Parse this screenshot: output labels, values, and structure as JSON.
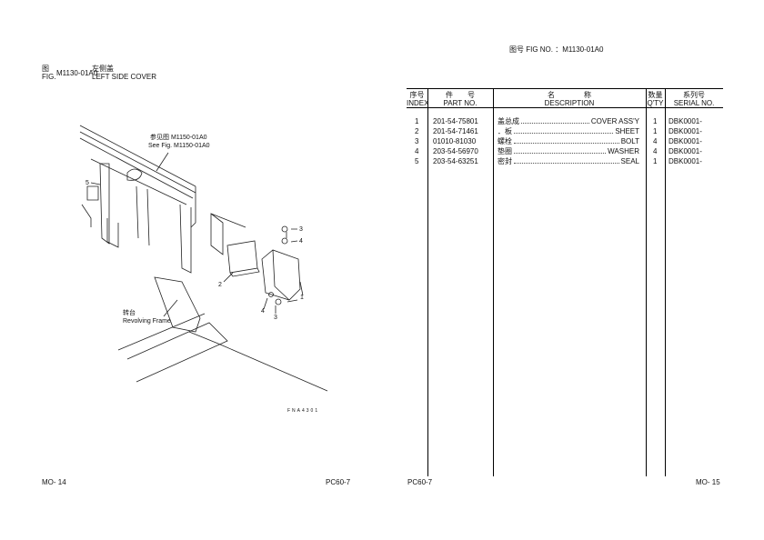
{
  "left_page": {
    "fig_cn": "图",
    "fig_en": "FIG.",
    "fig_no": "M1130-01A0",
    "title_cn": "左侧盖",
    "title_en": "LEFT SIDE COVER",
    "callout_ref_cn": "参见图 M1150-01A0",
    "callout_ref_en": "See Fig. M1150-01A0",
    "callout_frame_cn": "转台",
    "callout_frame_en": "Revolving Frame",
    "labels": [
      "1",
      "2",
      "3",
      "3",
      "4",
      "4",
      "5"
    ],
    "drawing_code": "FNA4301",
    "footer_left": "MO- 14",
    "footer_right": "PC60-7"
  },
  "right_page": {
    "fig_label": "图号 FIG NO. ：M1130-01A0",
    "headers": {
      "index_cn": "序号",
      "index_en": "INDEX",
      "part_cn": "件　　号",
      "part_en": "PART NO.",
      "desc_cn": "名　　　　称",
      "desc_en": "DESCRIPTION",
      "qty_cn": "数量",
      "qty_en": "Q'TY",
      "serial_cn": "系列号",
      "serial_en": "SERIAL NO."
    },
    "rows": [
      {
        "index": "1",
        "part_no": "201-54-75801",
        "desc_cn": "盖总成",
        "desc_en": "COVER ASS'Y",
        "qty": "1",
        "serial": "DBK0001-"
      },
      {
        "index": "2",
        "part_no": "201-54-71461",
        "desc_cn": "．板",
        "desc_en": "SHEET",
        "qty": "1",
        "serial": "DBK0001-"
      },
      {
        "index": "3",
        "part_no": "01010-81030",
        "desc_cn": "螺栓",
        "desc_en": "BOLT",
        "qty": "4",
        "serial": "DBK0001-"
      },
      {
        "index": "4",
        "part_no": "203-54-56970",
        "desc_cn": "垫圈",
        "desc_en": "WASHER",
        "qty": "4",
        "serial": "DBK0001-"
      },
      {
        "index": "5",
        "part_no": "203-54-63251",
        "desc_cn": "密封",
        "desc_en": "SEAL",
        "qty": "1",
        "serial": "DBK0001-"
      }
    ],
    "footer_left": "PC60-7",
    "footer_right": "MO- 15"
  }
}
